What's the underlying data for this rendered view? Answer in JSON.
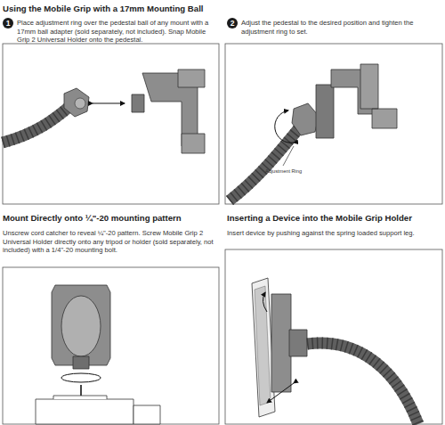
{
  "diagram": {
    "nodes": [
      {
        "text": [
          "1"
        ]
      },
      {
        "text": [
          "2"
        ]
      }
    ],
    "labels": [
      "Using the Mobile Grip with a 17mm Mounting Ball",
      "Place adjustment ring over the pedestal ball of any mount with a 17mm ball adapter (sold separately, not included). Snap Mobile Grip 2 Universal Holder onto the pedestal.",
      "Adjust the pedestal to the desired position and tighten the adjustment ring to set.",
      "Adjustment Ring",
      "Mount Directly onto ¼\"-20 mounting pattern",
      "Unscrew cord catcher to reveal ¼\"-20 pattern. Screw Mobile Grip 2 Universal Holder directly onto any tripod or holder (sold separately, not included) with a 1/4\"-20 mounting bolt.",
      "Inserting a Device into the Mobile Grip Holder",
      "Insert device by pushing against the spring loaded support leg."
    ]
  }
}
